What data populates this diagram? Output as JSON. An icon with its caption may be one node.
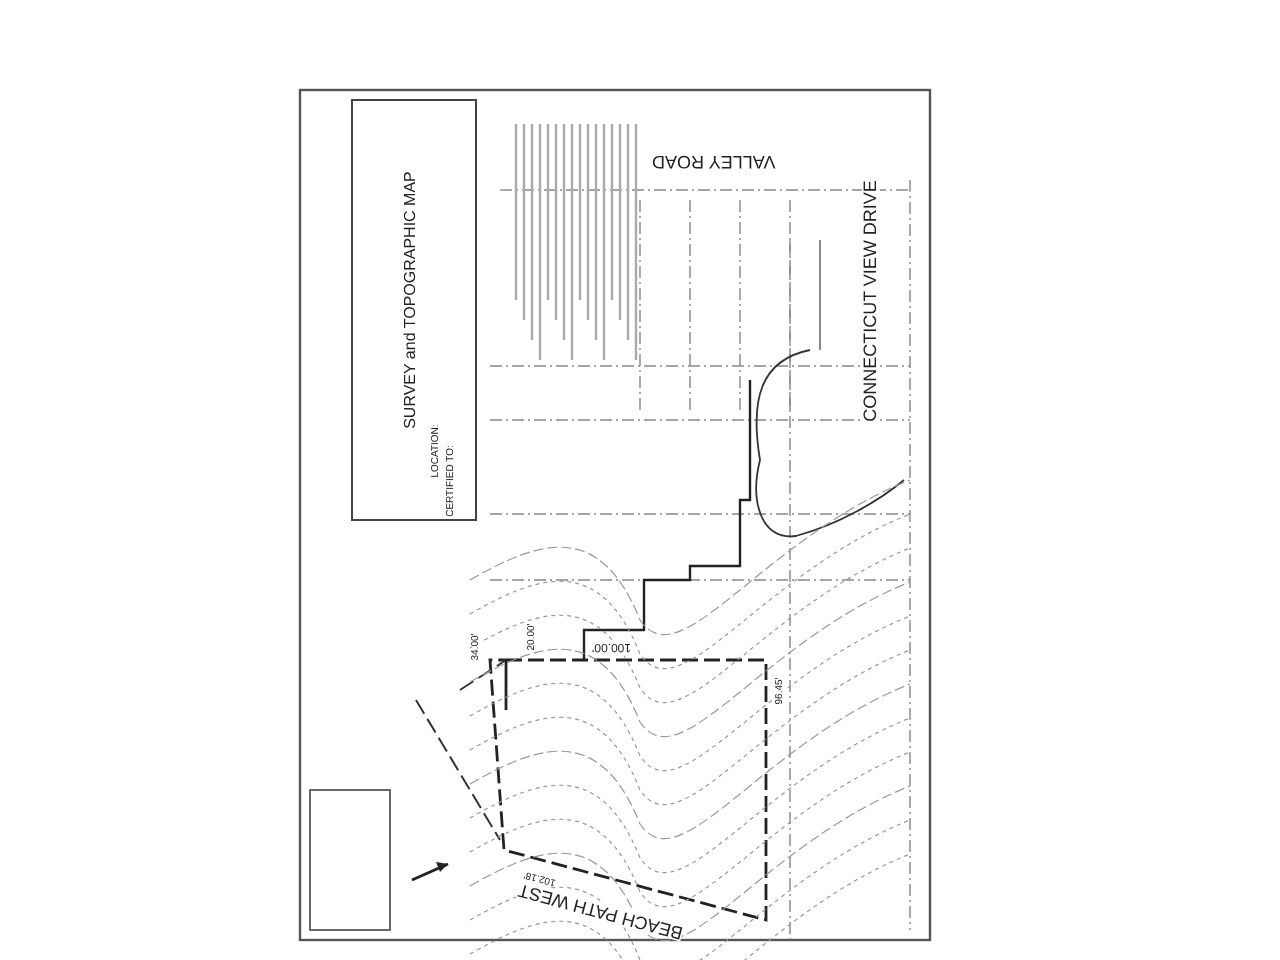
{
  "diagram": {
    "title": "SURVEY and TOPOGRAPHIC MAP",
    "labels": [
      "LOCATION:",
      "CERTIFIED TO:",
      "VALLEY ROAD",
      "CONNECTICUT VIEW DRIVE",
      "100.00'",
      "20.00'",
      "34.00'",
      "96.45'",
      "102.18'",
      "BEACH PATH WEST"
    ]
  }
}
